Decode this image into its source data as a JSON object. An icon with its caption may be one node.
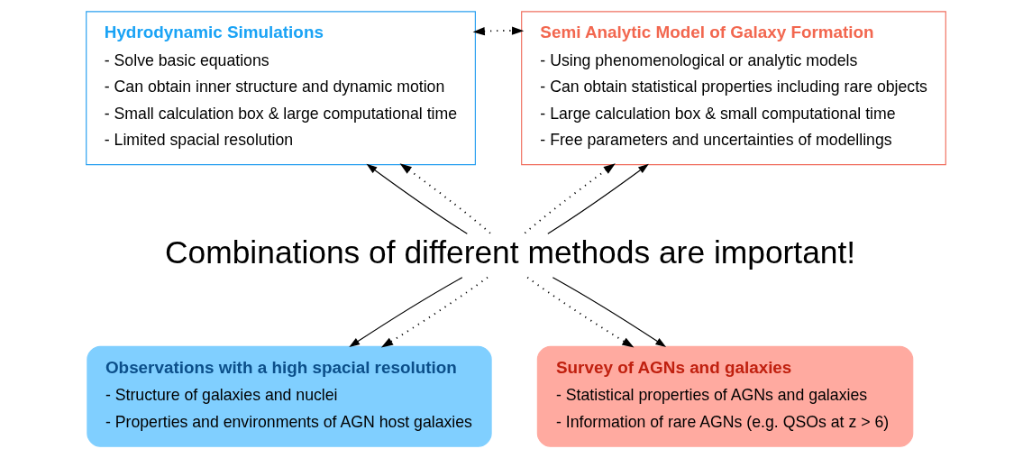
{
  "diagram": {
    "nodes": [
      {
        "text": [
          "Hydrodynamic Simulations",
          "- Solve basic equations",
          "- Can obtain inner structure and dynamic motion",
          "- Small calculation box & large computational time",
          "- Limited spacial resolution"
        ]
      },
      {
        "text": [
          "Semi Analytic Model of Galaxy Formation",
          "- Using phenomenological or analytic models",
          "- Can obtain statistical properties including rare objects",
          "- Large calculation box & small computational time",
          "- Free parameters and uncertainties of modellings"
        ]
      },
      {
        "text": [
          "Combinations of different methods are important!"
        ]
      },
      {
        "text": [
          "Observations with a high spacial resolution",
          "- Structure of galaxies and nuclei",
          "- Properties and environments of AGN host galaxies"
        ]
      },
      {
        "text": [
          "Survey of AGNs and galaxies",
          "- Statistical properties of AGNs and galaxies",
          "- Information of rare AGNs (e.g. QSOs at z > 6)"
        ]
      }
    ],
    "edges": [
      {
        "from": 2,
        "to": 0,
        "arrow": "to"
      },
      {
        "from": 2,
        "to": 0,
        "arrow": "to",
        "style": "dashed"
      },
      {
        "from": 0,
        "to": 1,
        "arrow": "both",
        "style": "dashed"
      },
      {
        "from": 2,
        "to": 1,
        "arrow": "to",
        "style": "dashed"
      },
      {
        "from": 2,
        "to": 1,
        "arrow": "to"
      },
      {
        "from": 2,
        "to": 3,
        "arrow": "to"
      },
      {
        "from": 2,
        "to": 3,
        "arrow": "to",
        "style": "dashed"
      },
      {
        "from": 2,
        "to": 4,
        "arrow": "to",
        "style": "dashed"
      },
      {
        "from": 2,
        "to": 4,
        "arrow": "to"
      }
    ]
  }
}
